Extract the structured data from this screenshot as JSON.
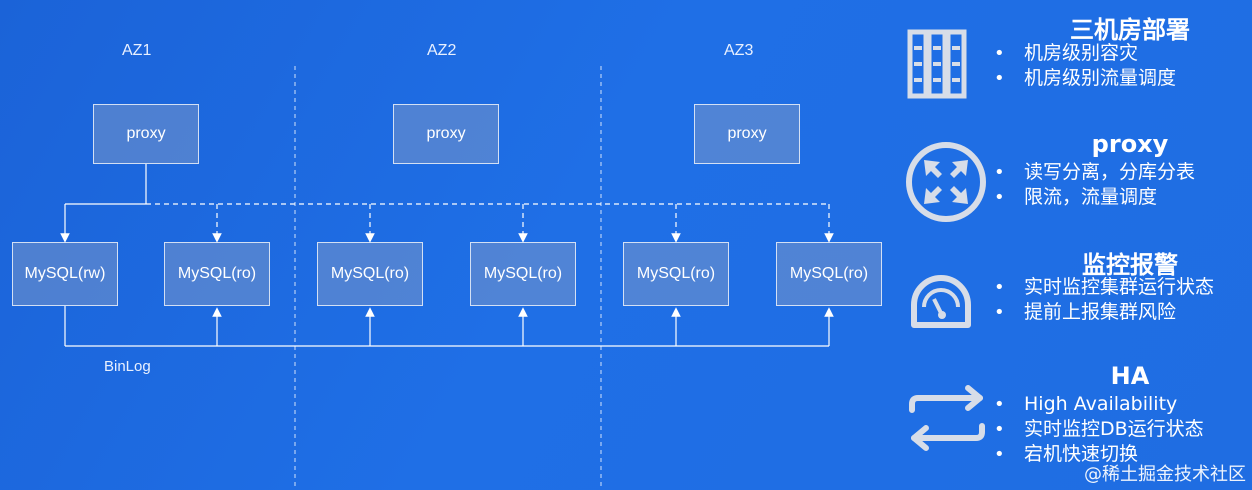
{
  "diagram": {
    "zones": [
      {
        "label": "AZ1",
        "proxy": "proxy",
        "dbs": [
          "MySQL(rw)",
          "MySQL(ro)"
        ]
      },
      {
        "label": "AZ2",
        "proxy": "proxy",
        "dbs": [
          "MySQL(ro)",
          "MySQL(ro)"
        ]
      },
      {
        "label": "AZ3",
        "proxy": "proxy",
        "dbs": [
          "MySQL(ro)",
          "MySQL(ro)"
        ]
      }
    ],
    "binlog_label": "BinLog"
  },
  "features": [
    {
      "title": "三机房部署",
      "icon": "server-rack-icon",
      "items": [
        "机房级别容灾",
        "机房级别流量调度"
      ]
    },
    {
      "title": "proxy",
      "icon": "router-arrows-icon",
      "items": [
        "读写分离，分库分表",
        "限流，流量调度"
      ]
    },
    {
      "title": "监控报警",
      "icon": "gauge-icon",
      "items": [
        "实时监控集群运行状态",
        "提前上报集群风险"
      ]
    },
    {
      "title": "HA",
      "icon": "switch-arrows-icon",
      "items": [
        "High Availability",
        "实时监控DB运行状态",
        "宕机快速切换"
      ]
    }
  ],
  "watermark": "@稀土掘金技术社区"
}
